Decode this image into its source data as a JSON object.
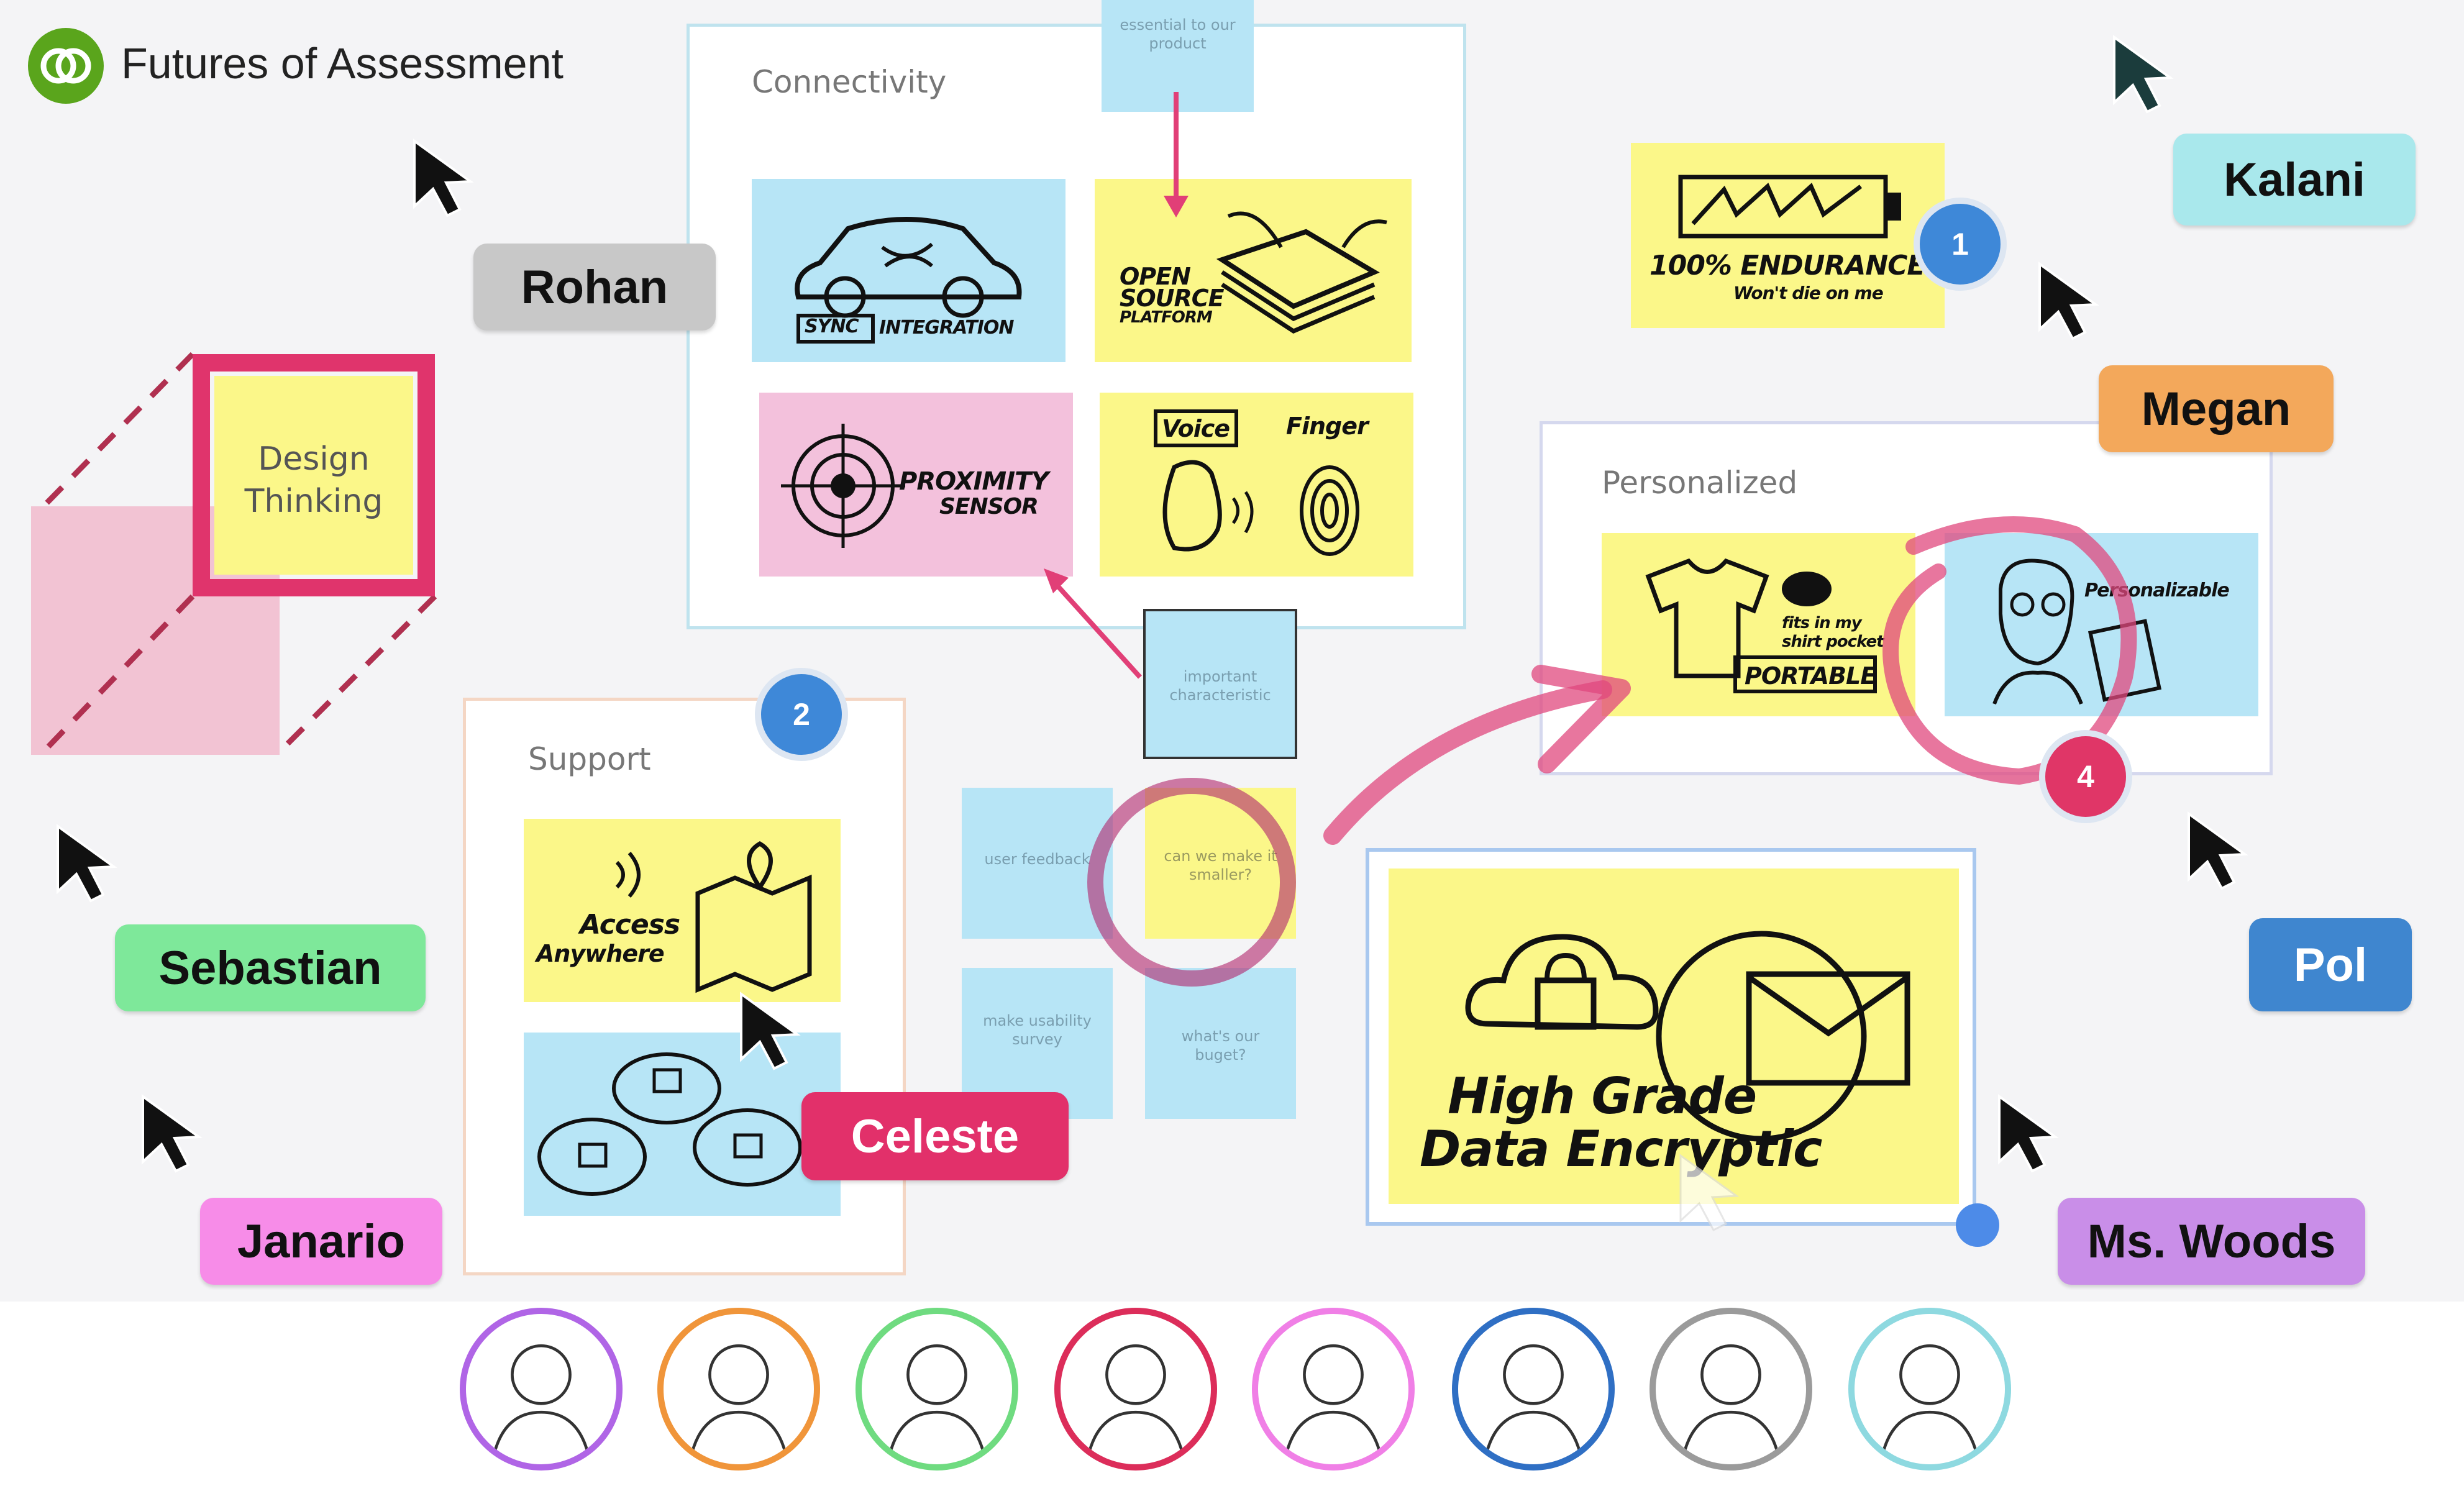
{
  "app": {
    "title": "Futures of Assessment",
    "logo": "rings-logo-icon",
    "brand_color": "#5aa51c"
  },
  "frames": {
    "connectivity": {
      "title": "Connectivity"
    },
    "support": {
      "title": "Support"
    },
    "personalized": {
      "title": "Personalized"
    }
  },
  "notes": {
    "essential": "essential to our product",
    "important": "important characteristic",
    "user_feedback": "user feedback",
    "can_we": "can we make it smaller?",
    "make_survey": "make usability survey",
    "budget": "what's our buget?"
  },
  "sketches": {
    "design_thinking": "Design Thinking",
    "sync": "SYNC",
    "integration": "INTEGRATION",
    "open_source_1": "OPEN",
    "open_source_2": "SOURCE",
    "open_source_3": "PLATFORM",
    "proximity_1": "PROXIMITY",
    "proximity_2": "SENSOR",
    "voice": "Voice",
    "finger": "Finger",
    "endurance": "100% ENDURANCE",
    "endurance_sub": "Won't die on me",
    "access_1": "Access",
    "access_2": "Anywhere",
    "fits": "fits in my shirt pocket",
    "portable": "PORTABLE",
    "personalizable": "Personalizable",
    "encryption_1": "High Grade",
    "encryption_2": "Data Encryptic"
  },
  "badges": [
    "1",
    "2",
    "4"
  ],
  "collaborators": [
    {
      "name": "Rohan",
      "color": "#c8c8c8"
    },
    {
      "name": "Kalani",
      "color": "#a9e8ec"
    },
    {
      "name": "Megan",
      "color": "#f3a85b"
    },
    {
      "name": "Sebastian",
      "color": "#7ee89a"
    },
    {
      "name": "Celeste",
      "color": "#e2306a"
    },
    {
      "name": "Pol",
      "color": "#3f86cf"
    },
    {
      "name": "Janario",
      "color": "#f78ce8"
    },
    {
      "name": "Ms. Woods",
      "color": "#c98ee8"
    }
  ],
  "participant_strip": {
    "ring_colors": [
      "#b065e6",
      "#f0953a",
      "#6fdb80",
      "#dc2d5a",
      "#f07fe6",
      "#2f6fc4",
      "#9b9b9b",
      "#8ed9e0"
    ]
  }
}
